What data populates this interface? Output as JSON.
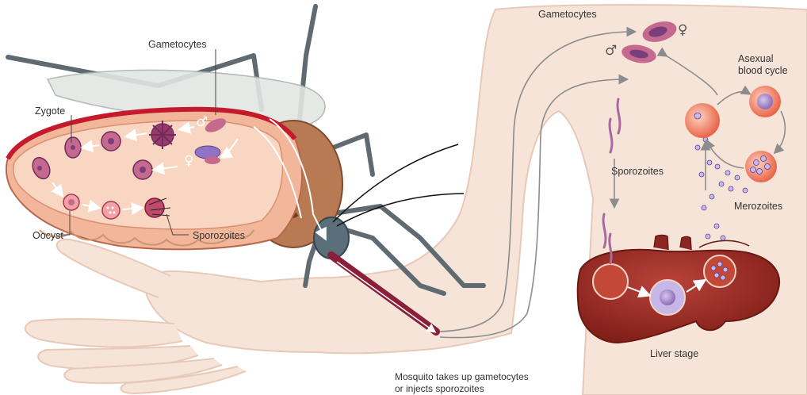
{
  "labels": {
    "gametocytes_mosquito": "Gametocytes",
    "zygote": "Zygote",
    "oocyst": "Oocyst",
    "sporozoites_mosquito": "Sporozoites",
    "gametocytes_human": "Gametocytes",
    "asexual_line1": "Asexual",
    "asexual_line2": "blood cycle",
    "sporozoites_human": "Sporozoites",
    "merozoites": "Merozoites",
    "liver_stage": "Liver stage",
    "caption_line1": "Mosquito takes up gametocytes",
    "caption_line2": "or injects sporozoites"
  },
  "symbols": {
    "male": "♂",
    "female": "♀"
  },
  "colors": {
    "skin": "#f6e4d9",
    "skin_outline": "#e8c9b8",
    "gut_outer": "#f2b79a",
    "gut_inner": "#f9d6c2",
    "mosquito_leg": "#5f6b70",
    "proboscis": "#8a1f3a",
    "liver": "#9a2a22",
    "cell_red": "#ec7a55",
    "parasite_purple": "#7b4fa0",
    "arrow_gray": "#8c8c8c"
  }
}
